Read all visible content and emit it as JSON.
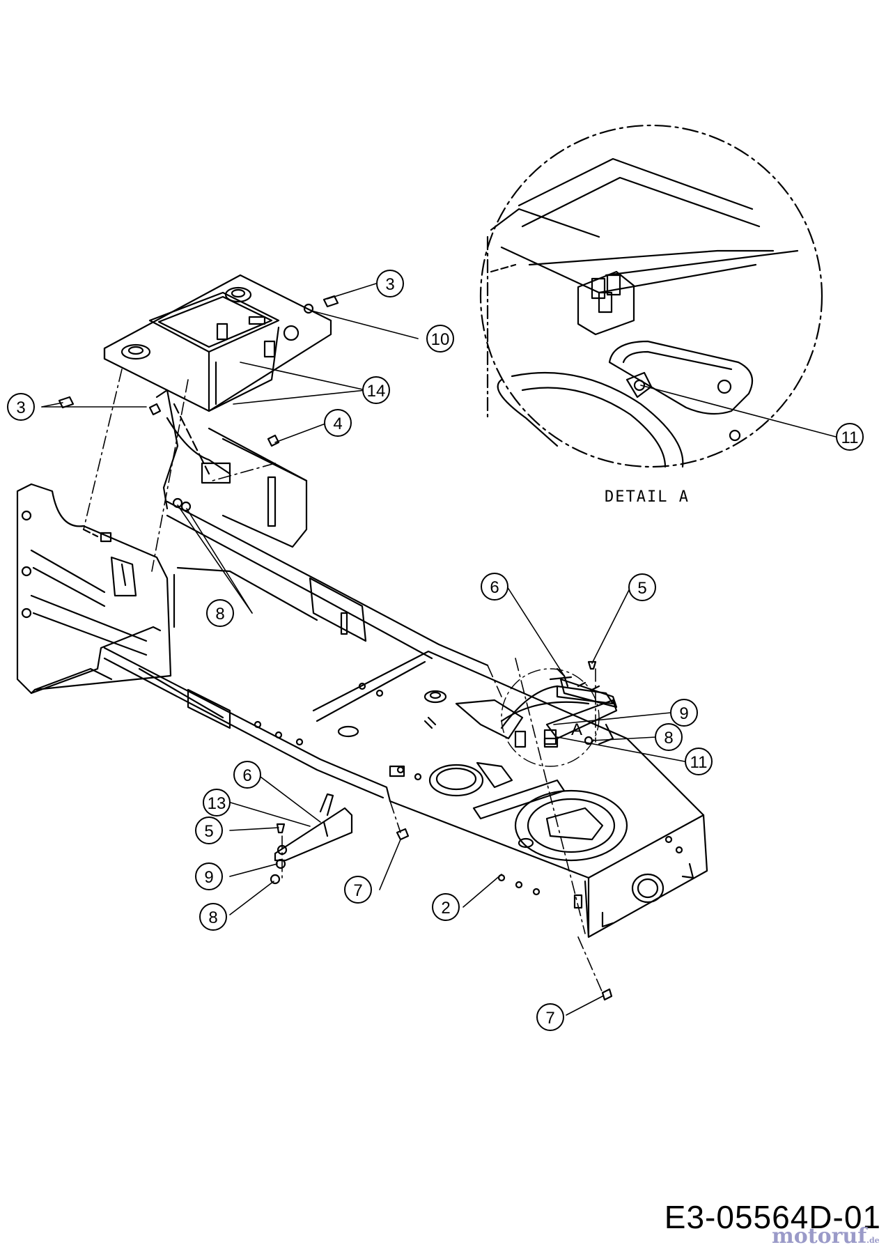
{
  "diagram": {
    "drawing_code": "E3-05564D-01",
    "watermark": "motoruf",
    "watermark_suffix": ".de",
    "detail_label": "DETAIL A",
    "detail_marker": "A",
    "callouts": [
      {
        "id": "c3-top",
        "number": "3"
      },
      {
        "id": "c10",
        "number": "10"
      },
      {
        "id": "c3-left",
        "number": "3"
      },
      {
        "id": "c14",
        "number": "14"
      },
      {
        "id": "c4",
        "number": "4"
      },
      {
        "id": "c8-left",
        "number": "8"
      },
      {
        "id": "c6-right",
        "number": "6"
      },
      {
        "id": "c5-right",
        "number": "5"
      },
      {
        "id": "c9-right",
        "number": "9"
      },
      {
        "id": "c8-right",
        "number": "8"
      },
      {
        "id": "c11-right",
        "number": "11"
      },
      {
        "id": "c11-detail",
        "number": "11"
      },
      {
        "id": "c6-left",
        "number": "6"
      },
      {
        "id": "c13",
        "number": "13"
      },
      {
        "id": "c5-left",
        "number": "5"
      },
      {
        "id": "c9-left",
        "number": "9"
      },
      {
        "id": "c8-bottom",
        "number": "8"
      },
      {
        "id": "c7-mid",
        "number": "7"
      },
      {
        "id": "c2",
        "number": "2"
      },
      {
        "id": "c7-bottom",
        "number": "7"
      }
    ]
  }
}
